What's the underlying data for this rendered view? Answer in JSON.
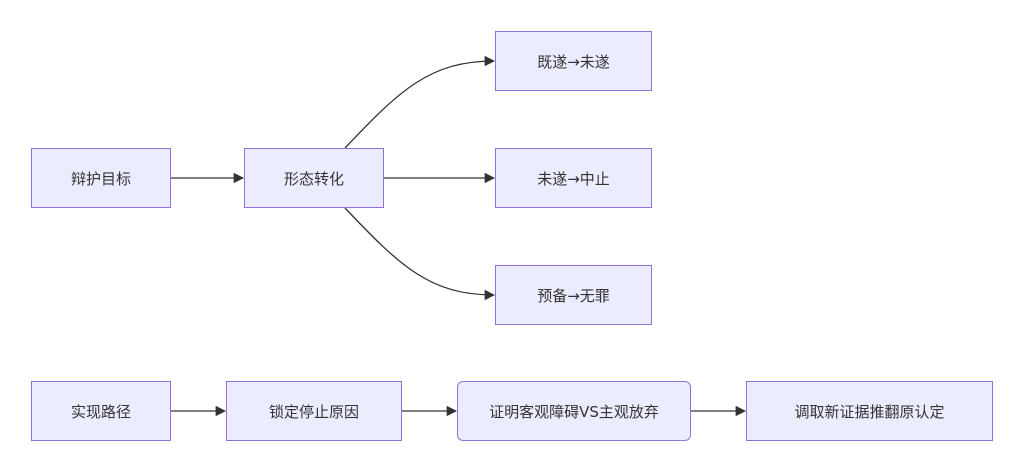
{
  "diagram": {
    "top_row": {
      "goal": "辩护目标",
      "transform": "形态转化",
      "outcomes": [
        "既遂→未遂",
        "未遂→中止",
        "预备→无罪"
      ]
    },
    "bottom_row": {
      "steps": [
        "实现路径",
        "锁定停止原因",
        "证明客观障碍VS主观放弃",
        "调取新证据推翻原认定"
      ]
    }
  }
}
